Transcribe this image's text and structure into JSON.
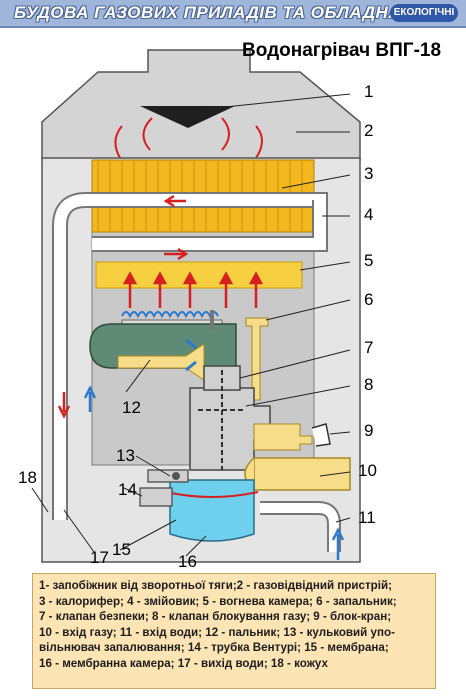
{
  "header": {
    "title": "БУДОВА ГАЗОВИХ ПРИЛАДІВ ТА ОБЛАДНАННЯ",
    "logo_text": "ЕКОЛОГІЧНІ"
  },
  "diagram": {
    "title": "Водонагрівач ВПГ-18",
    "callouts": [
      "1",
      "2",
      "3",
      "4",
      "5",
      "6",
      "7",
      "8",
      "9",
      "10",
      "11",
      "12",
      "13",
      "14",
      "15",
      "16",
      "17",
      "18"
    ]
  },
  "legend": {
    "lines": [
      "1- запобіжник від зворотньої тяги;2 - газовідвідний пристрій;",
      "3 - калорифер; 4 - змійовик; 5 - вогнева камера; 6 - запальник;",
      "7 - клапан безпеки; 8 - клапан блокування газу; 9 - блок-кран;",
      "10 - вхід газу; 11 - вхід води; 12 - пальник; 13 - кульковий упо-",
      "вільнювач запалювання; 14 - трубка Вентурі; 15 - мембрана;",
      "16 - мембранна камера; 17 - вихід води; 18 - кожух"
    ]
  },
  "colors": {
    "header_bg": "#9fb6da",
    "casing": "#d9d9d9",
    "heater": "#f2b81e",
    "fire_chamber": "#f6d040",
    "water_pipe": "#ffffff",
    "gas_pipe": "#f7dc8a",
    "burner": "#5f8a75",
    "membrane_chamber": "#6fd0ee",
    "arrow_red": "#d62020",
    "arrow_blue": "#2a78d0",
    "legend_bg": "#fde4b5"
  }
}
